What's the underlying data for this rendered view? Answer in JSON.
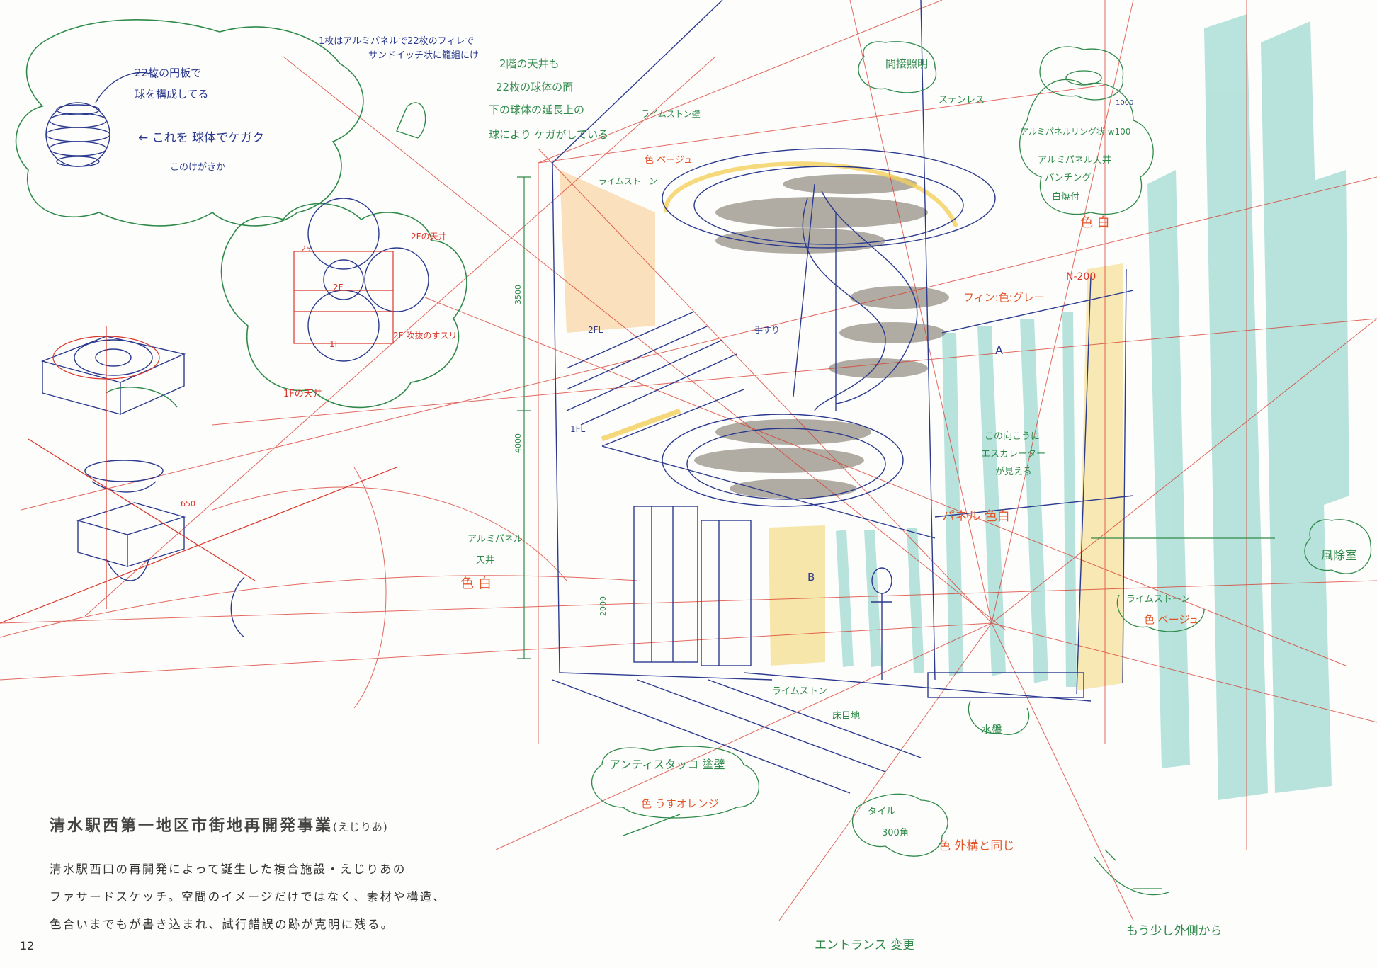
{
  "project": {
    "title": "清水駅西第一地区市街地再開発事業",
    "subtitle": "(えじりあ)",
    "description_lines": [
      "清水駅西口の再開発によって誕生した複合施設・えじりあの",
      "ファサードスケッチ。空間のイメージだけではなく、素材や構造、",
      "色合いまでもが書き込まれ、試行錯誤の跡が克明に残る。"
    ]
  },
  "page_number": "12",
  "annotations": {
    "top_left_1": "22枚の円板で",
    "top_left_2": "球を構成してる",
    "top_left_3": "← これを 球体でケガク",
    "top_left_4": "このけがきか",
    "arrow_note_1": "1枚はアルミパネルで22枚のフィレで",
    "arrow_note_2": "サンドイッチ状に籠組にけ",
    "floor2_ceiling_1": "2階の天井も",
    "floor2_ceiling_2": "22枚の球体の面",
    "floor2_ceiling_3": "下の球体の延長上の",
    "floor2_ceiling_4": "球により ケガがしている",
    "diagram_2f_ceiling": "2Fの天井",
    "diagram_2f": "2F",
    "diagram_2f_railing": "2F 吹抜のすスリ",
    "diagram_1f": "1F",
    "diagram_1f_ceiling": "1Fの天井",
    "indirect_light": "間接照明",
    "stainless": "ステンレス",
    "aluminum_ring": "アルミパネルリング状 w100",
    "aluminum_ceiling": "アルミパネル天井",
    "punching": "パンチング",
    "white_paint": "白焼付",
    "color_white": "色 白",
    "limestone_top": "ライムストーン",
    "color_beige": "色 ベージュ",
    "wall_label": "ライムストン壁",
    "railing": "手すり",
    "fin_color": "フィン:色:グレー",
    "n200": "N-200",
    "mark_a": "A",
    "escalator_1": "この向こうに",
    "escalator_2": "エスカレーター",
    "escalator_3": "が見える",
    "panel_white": "パネル 色白",
    "aluminum_panel": "アルミパネル",
    "ceiling": "天井",
    "color_white2": "色 白",
    "dim_3500": "3500",
    "dim_4000": "4000",
    "floor_1f": "1FL",
    "floor_2f": "2FL",
    "limestone_right": "ライムストーン",
    "color_beige2": "色 ベージュ",
    "wind_shelter": "風除室",
    "mark_b": "B",
    "floor_label_1": "ライムストン",
    "floor_label_2": "床目地",
    "water_basin": "水盤",
    "stucco": "アンティスタッコ 塗壁",
    "stucco_color": "色 うすオレンジ",
    "tile_1": "タイル",
    "tile_2": "300角",
    "tile_color": "色 外構と同じ",
    "entrance_change": "エントランス 変更",
    "more_outside": "もう少し外側から",
    "dim_1000": "1000",
    "dim_650": "650",
    "dim_25": "25",
    "dim_2000": "2000"
  },
  "colors": {
    "red_ink": "#d9362b",
    "blue_ink": "#2b3a8f",
    "green_ink": "#2f8a4a",
    "orange_ink": "#e4552a",
    "teal_marker": "#7fcfc4",
    "yellow_marker": "#f2cf5a",
    "orange_marker": "#f7c98a",
    "gray_marker": "#7d786a"
  }
}
